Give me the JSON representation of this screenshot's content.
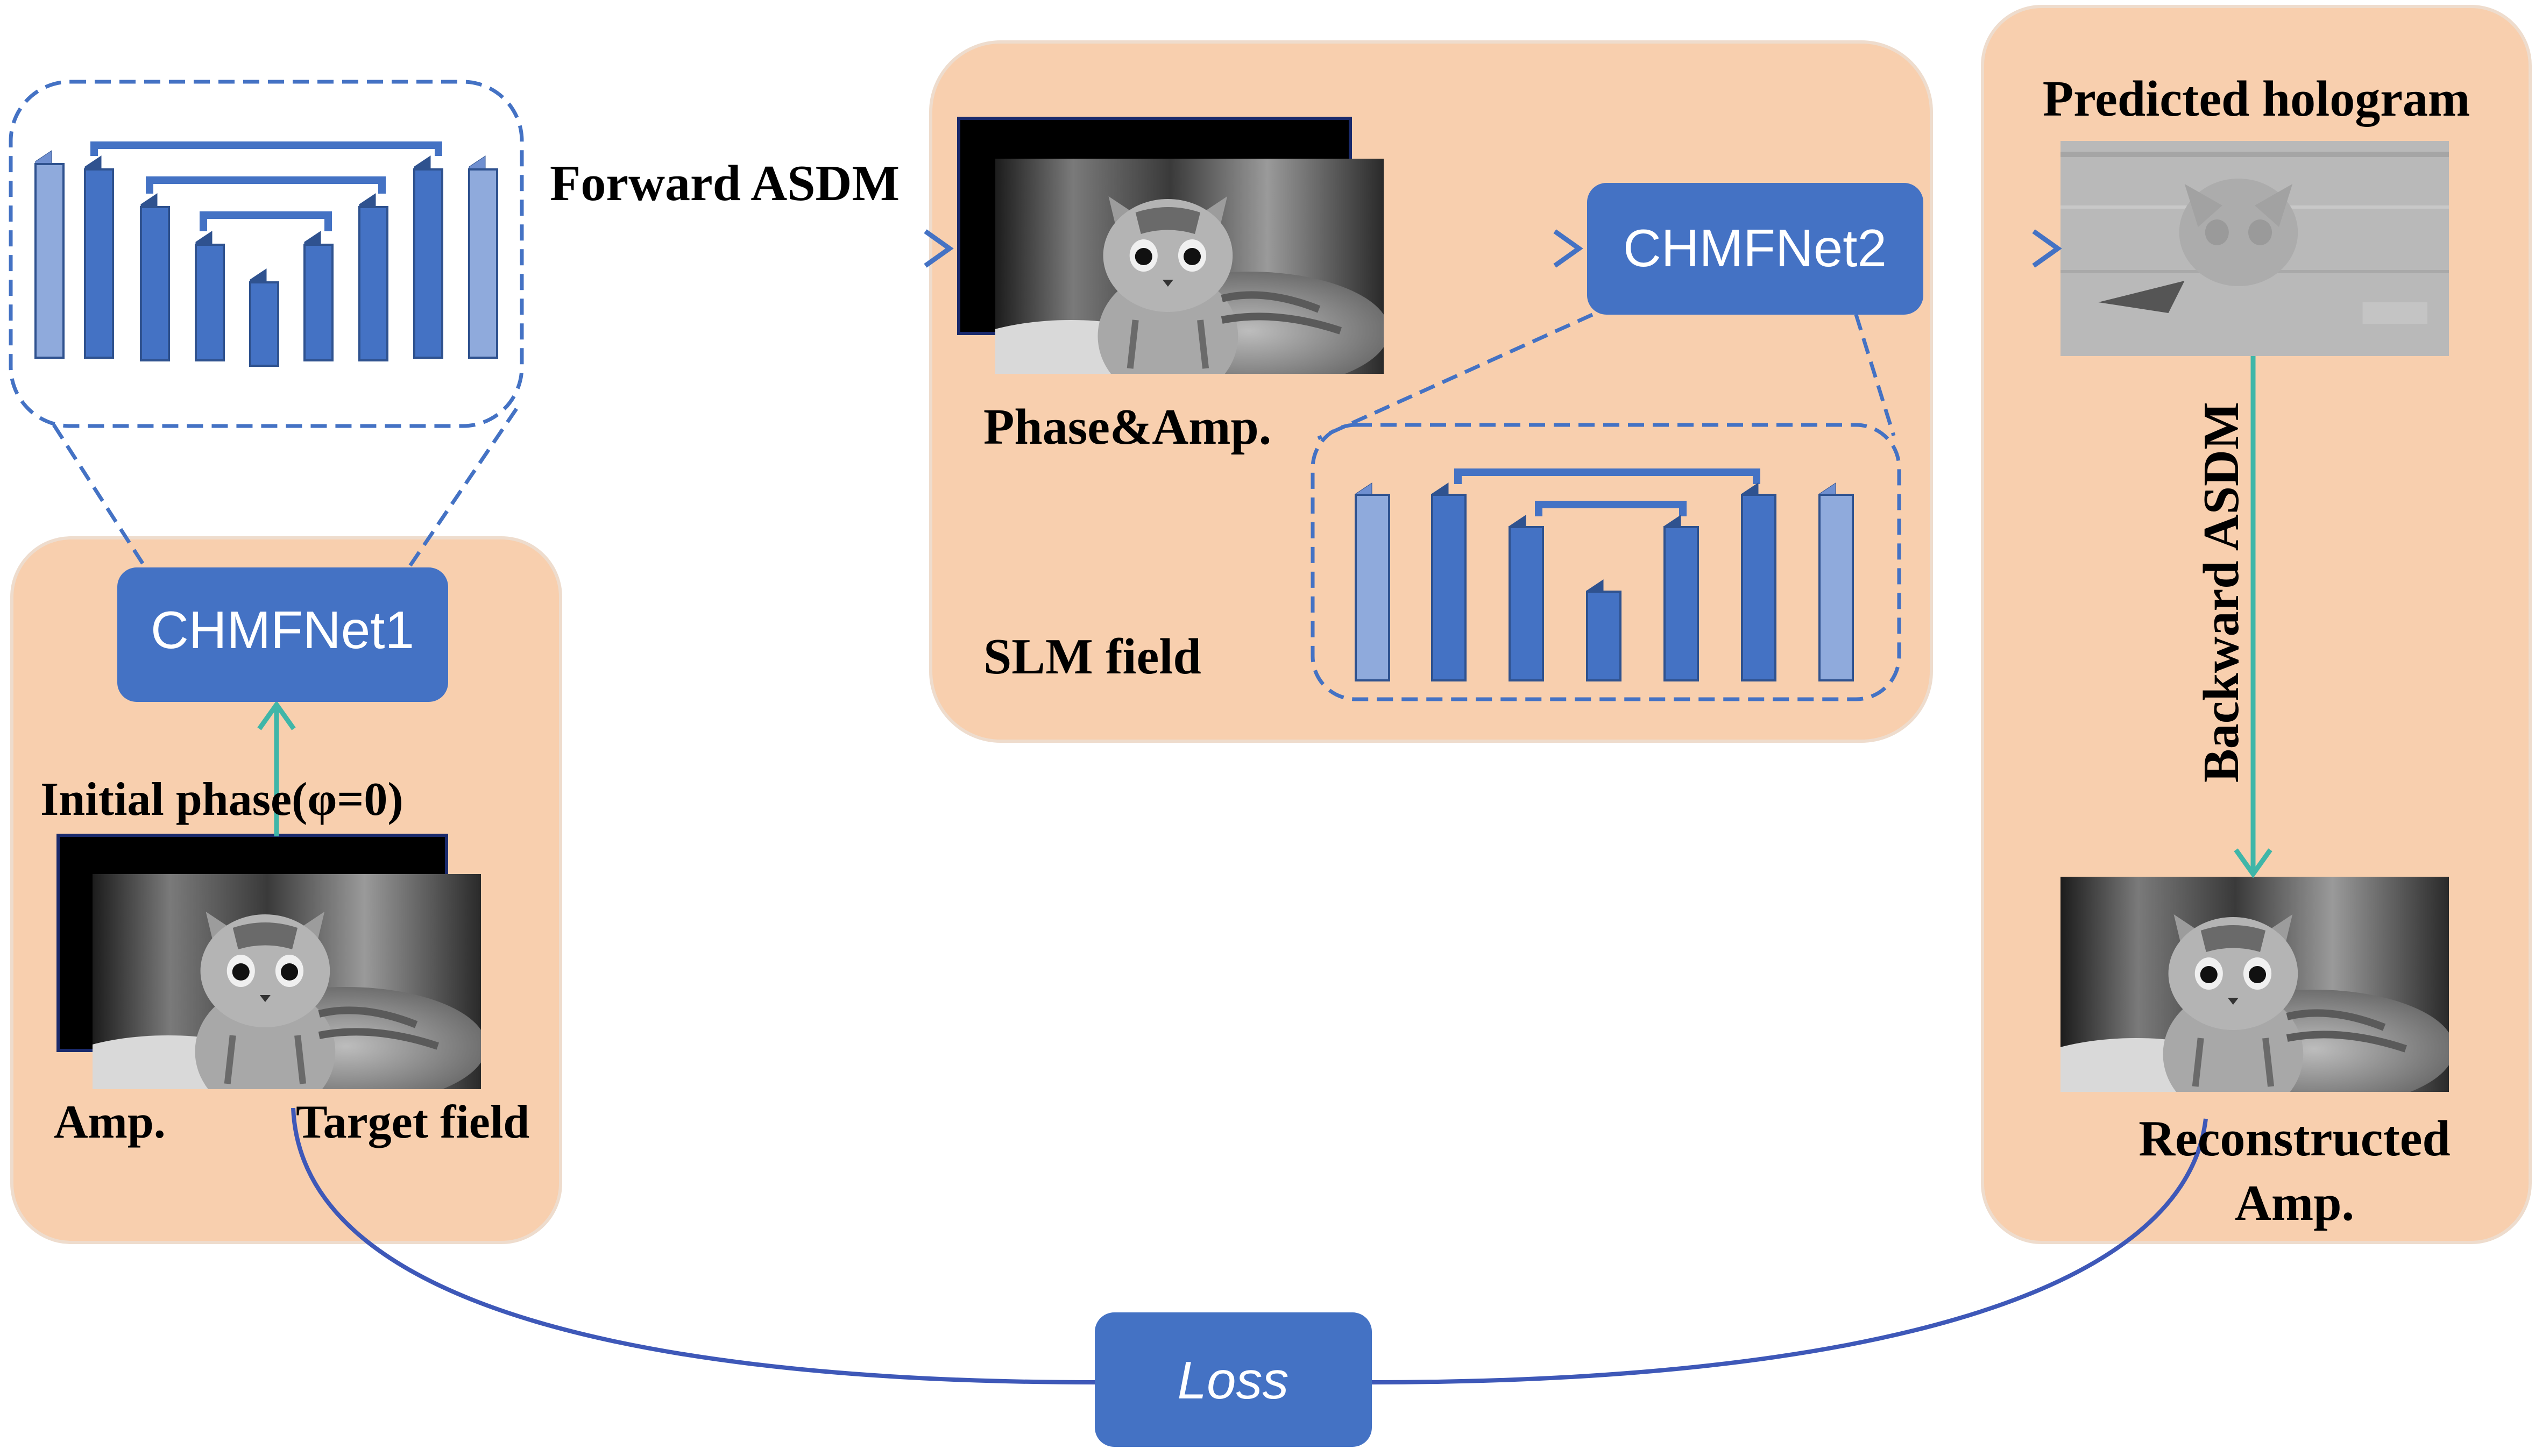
{
  "panels": {
    "target_field": {
      "caption": "Target field",
      "amp_label": "Amp.",
      "initial_phase_label": "Initial phase(φ=0)"
    },
    "slm_field": {
      "caption": "SLM field",
      "phase_amp_label": "Phase&Amp."
    },
    "output": {
      "hologram_label": "Predicted hologram",
      "reconstructed_line1": "Reconstructed",
      "reconstructed_line2": "Amp."
    }
  },
  "nodes": {
    "net1": "CHMFNet1",
    "net2": "CHMFNet2",
    "loss": "Loss"
  },
  "edges": {
    "forward": "Forward ASDM",
    "backward": "Backward ASDM"
  },
  "colors": {
    "panel_fill": "#f8cfae",
    "panel_stroke": "#eedccd",
    "node_fill": "#4472c4",
    "unet_dark": "#4472c4",
    "unet_light": "#8faadc",
    "arrow_teal": "#3fb6a8",
    "arrow_blue": "#4472c4",
    "loss_curve": "#3e58b8"
  }
}
